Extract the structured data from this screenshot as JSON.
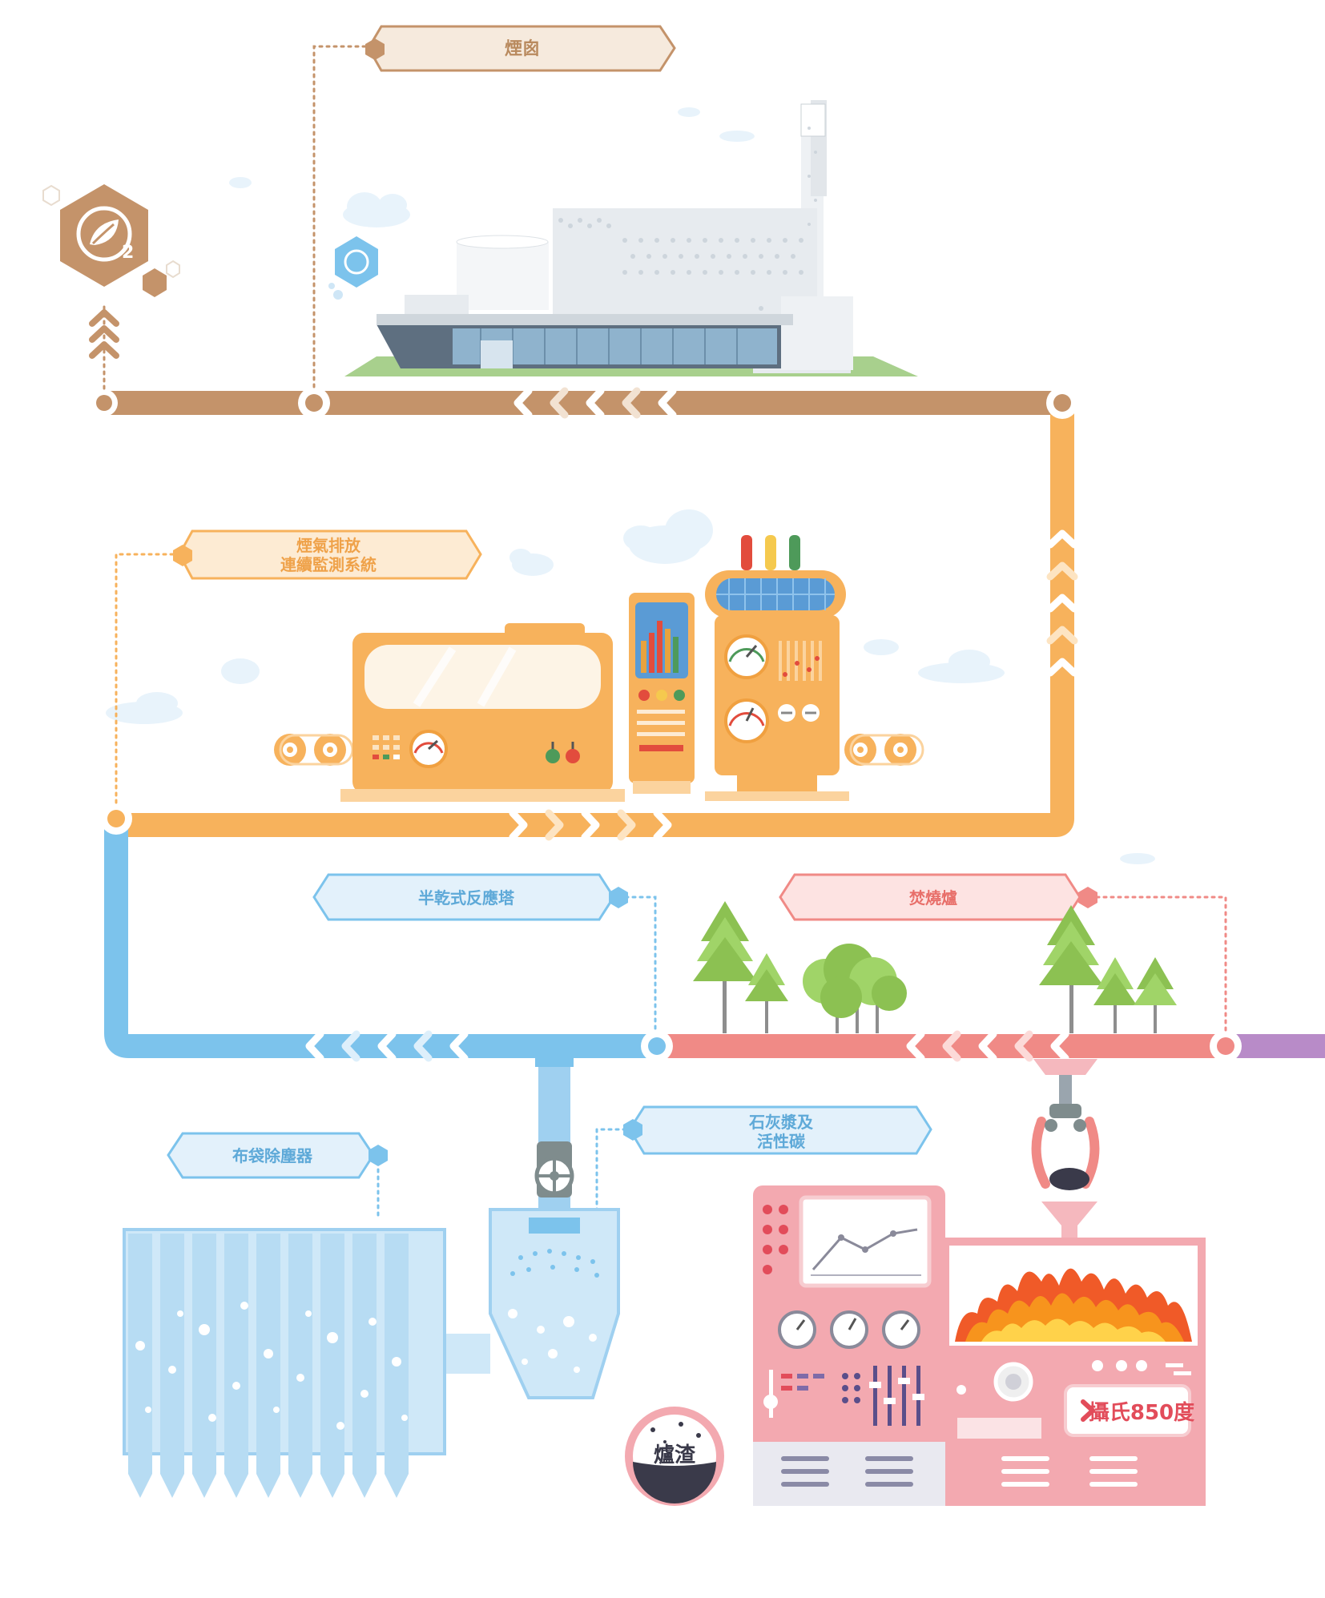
{
  "colors": {
    "brown": "#C4936A",
    "orange": "#F7B25C",
    "blue": "#7CC3EC",
    "red": "#F08A86",
    "purple": "#B88BC8",
    "label_brown_fill": "#F6EADD",
    "label_orange_fill": "#FDEBD3",
    "label_blue_fill": "#E3F1FB",
    "label_red_fill": "#FDE3E2",
    "text_brown": "#B98A5E",
    "text_orange": "#EFA24A",
    "text_blue": "#5EA9D8",
    "text_red": "#E86F6A",
    "furnace_pink": "#F3A9B0",
    "flame": "#F05A28"
  },
  "labels": {
    "chimney": "煙囪",
    "cems_line1": "煙氣排放",
    "cems_line2": "連續監測系統",
    "spray_tower": "半乾式反應塔",
    "incinerator": "焚燒爐",
    "baghouse": "布袋除塵器",
    "lime_line1": "石灰漿及",
    "lime_line2": "活性碳",
    "slag": "爐渣",
    "temperature": "攝氏850度",
    "o2_sub": "2"
  },
  "icons": {
    "o2_badge": "o2-leaf-icon",
    "up_chevrons": "chevron-up-icon",
    "flow_chevrons": "chevron-flow-icon",
    "gear": "gear-icon",
    "gauge": "gauge-icon",
    "valve": "valve-wheel-icon",
    "claw": "grab-claw-icon",
    "flame": "flame-icon",
    "tree": "tree-icon"
  }
}
